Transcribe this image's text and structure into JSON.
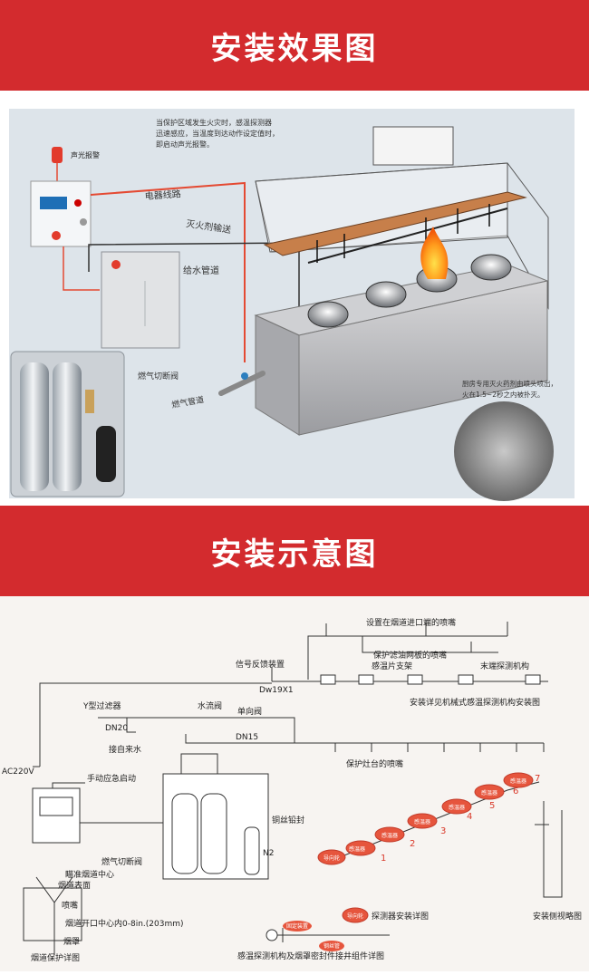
{
  "section1": {
    "title": "安装效果图",
    "note_top": [
      "当保护区域发生火灾时，感温探测器",
      "迅速感应，当温度到达动作设定值时，",
      "即启动声光报警。"
    ],
    "alarm_label": "声光报警",
    "electric_line": "电器线路",
    "agent_pipe": "灭火剂输送",
    "water_pipe": "给水管道",
    "gas_valve": "燃气切断阀",
    "gas_pipe": "燃气管道",
    "note_right": [
      "厨房专用灭火药剂由喷头喷出，",
      "火在1.5~2秒之内被扑灭。"
    ]
  },
  "section2": {
    "title": "安装示意图",
    "labels": {
      "nozzle_entry": "设置在烟道进口端的喷嘴",
      "nozzle_filter": "保护滤油网板的喷嘴",
      "sensor_bracket": "感温片支架",
      "end_mechanism": "末端探测机构",
      "signal_feedback": "信号反馈装置",
      "dw": "Dw19X1",
      "install_detail": "安装详见机械式感温探测机构安装图",
      "y_filter": "Y型过滤器",
      "flow_valve": "水流阀",
      "check_valve": "单向阀",
      "dn20": "DN20",
      "dn15": "DN15",
      "tap_water": "接自来水",
      "ac220": "AC220V",
      "manual_start": "手动应急启动",
      "stove_nozzle": "保护灶台的喷嘴",
      "lead_seal": "铜丝铅封",
      "n2": "N2",
      "gas_shutoff": "燃气切断阀",
      "aim_center": "瞄准烟道中心",
      "duct_surface": "烟道表面",
      "nozzle": "喷嘴",
      "duct_opening": "烟道开口中心内0-8in.(203mm)",
      "hood": "烟罩",
      "duct_detail": "烟道保护详图",
      "detector_detail": "探测器安装详图",
      "side_view": "安装侧视略图",
      "bottom_detail": "感温探测机构及烟罩密封件接井组件详图",
      "guide_wheel": "导向轮",
      "sensor": "感温器",
      "fixed_device": "固定装置",
      "cable": "钢丝管"
    },
    "numbers": [
      "1",
      "2",
      "3",
      "4",
      "5",
      "6",
      "7"
    ]
  },
  "colors": {
    "banner": "#d32b2e",
    "accent_red": "#d93a2b",
    "pipe_blue": "#3c6fa3",
    "panel_bg": "#f7f4f1"
  }
}
